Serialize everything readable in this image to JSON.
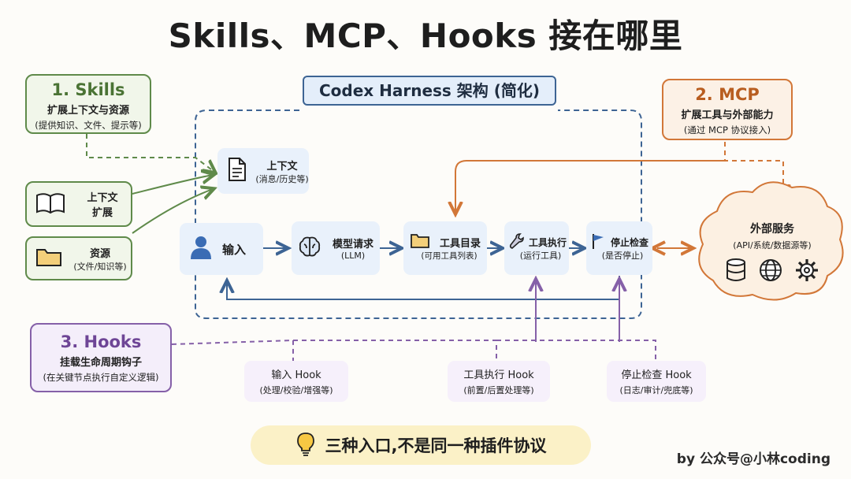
{
  "title": "Skills、MCP、Hooks 接在哪里",
  "harness": {
    "title": "Codex Harness 架构 (简化)"
  },
  "skills": {
    "title": "1. Skills",
    "subtitle": "扩展上下文与资源",
    "note": "(提供知识、文件、提示等)",
    "items": [
      {
        "label_line1": "上下文",
        "label_line2": "扩展",
        "icon": "book-icon"
      },
      {
        "label_line1": "资源",
        "label_line2": "(文件/知识等)",
        "icon": "folder-icon"
      }
    ]
  },
  "mcp": {
    "title": "2. MCP",
    "subtitle": "扩展工具与外部能力",
    "note": "(通过 MCP 协议接入)",
    "service": {
      "title": "外部服务",
      "note": "(API/系统/数据源等)",
      "icons": [
        "database-icon",
        "globe-icon",
        "gear-icon"
      ]
    }
  },
  "hooks": {
    "title": "3. Hooks",
    "subtitle": "挂载生命周期钩子",
    "note": "(在关键节点执行自定义逻辑)",
    "items": [
      {
        "label": "输入 Hook",
        "note": "(处理/校验/增强等)"
      },
      {
        "label": "工具执行 Hook",
        "note": "(前置/后置处理等)"
      },
      {
        "label": "停止检查 Hook",
        "note": "(日志/审计/兜底等)"
      }
    ]
  },
  "context": {
    "label": "上下文",
    "note": "(消息/历史等)",
    "icon": "document-icon"
  },
  "pipeline": [
    {
      "label": "输入",
      "note": "",
      "icon": "user-icon"
    },
    {
      "label": "模型请求",
      "note": "(LLM)",
      "icon": "brain-icon"
    },
    {
      "label": "工具目录",
      "note": "(可用工具列表)",
      "icon": "folder-icon"
    },
    {
      "label": "工具执行",
      "note": "(运行工具)",
      "icon": "wrench-icon"
    },
    {
      "label": "停止检查",
      "note": "(是否停止)",
      "icon": "flag-icon"
    }
  ],
  "footer": {
    "message": "三种入口,不是同一种插件协议",
    "icon": "lightbulb-icon",
    "credit": "by 公众号@小林coding"
  },
  "colors": {
    "skills": "#5f8a4a",
    "mcp": "#d27738",
    "hooks": "#8560a8",
    "harness": "#3d6494",
    "bubble": "#fbf1c7"
  }
}
